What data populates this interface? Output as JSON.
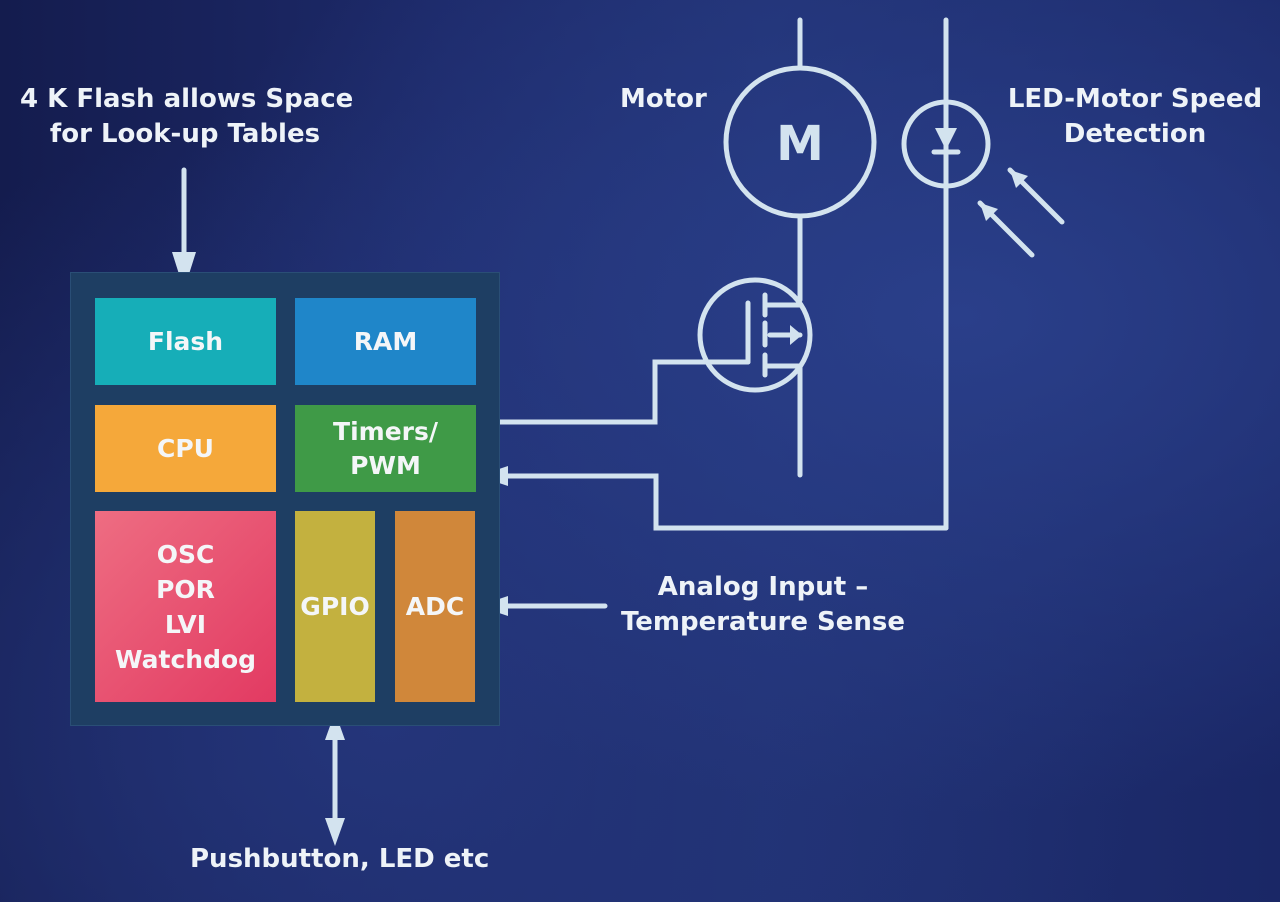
{
  "annotations": {
    "flash_note": [
      "4 K Flash allows Space",
      "for Look-up Tables"
    ],
    "motor": "Motor",
    "motor_symbol": "M",
    "led_note": [
      "LED-Motor Speed",
      "Detection"
    ],
    "analog_note": [
      "Analog Input –",
      "Temperature Sense"
    ],
    "gpio_note": "Pushbutton, LED etc"
  },
  "blocks": {
    "flash": {
      "label": "Flash",
      "color": "#16aeb8"
    },
    "ram": {
      "label": "RAM",
      "color": "#1f86c9"
    },
    "cpu": {
      "label": "CPU",
      "color": "#f5a83a"
    },
    "timers": {
      "label": [
        "Timers/",
        "PWM"
      ],
      "color": "#3f9a47"
    },
    "sys": {
      "label": [
        "OSC",
        "POR",
        "LVI",
        "Watchdog"
      ],
      "color": "#e84a6a"
    },
    "gpio": {
      "label": "GPIO",
      "color": "#c3b13f"
    },
    "adc": {
      "label": "ADC",
      "color": "#d0873a"
    }
  },
  "colors": {
    "line": "#d3e3ef",
    "chip": "#1e3e63"
  }
}
